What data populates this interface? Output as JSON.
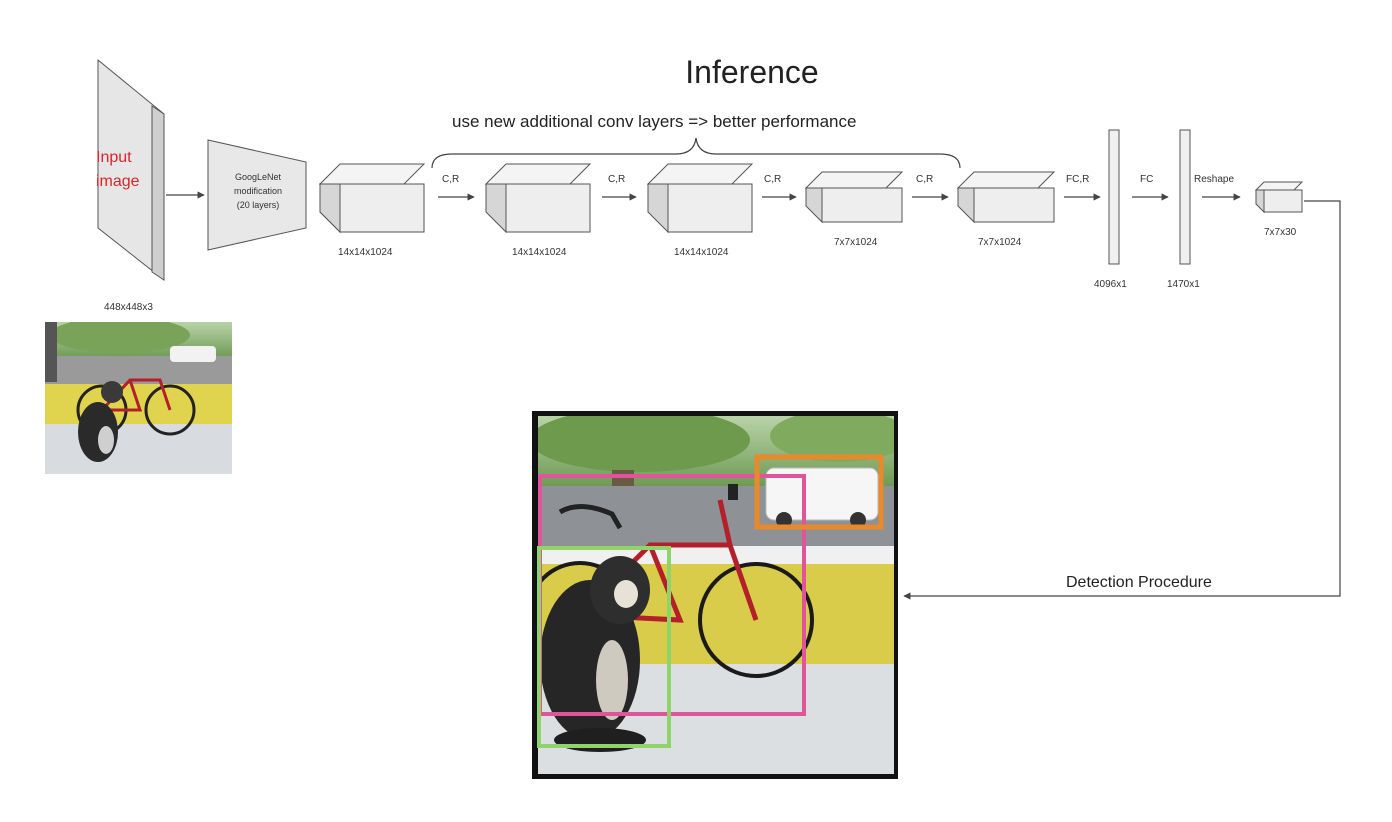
{
  "title": "Inference",
  "subtitle": "use new additional conv layers => better performance",
  "input": {
    "label_line1": "Input",
    "label_line2": "image",
    "dims": "448x448x3"
  },
  "googlenet": {
    "line1": "GoogLeNet",
    "line2": "modification",
    "line3": "(20 layers)"
  },
  "blocks": [
    {
      "dims": "14x14x1024"
    },
    {
      "dims": "14x14x1024",
      "op_before": "C,R"
    },
    {
      "dims": "14x14x1024",
      "op_before": "C,R"
    },
    {
      "dims": "7x7x1024",
      "op_before": "C,R"
    },
    {
      "dims": "7x7x1024",
      "op_before": "C,R"
    }
  ],
  "fc1": {
    "op_before": "FC,R",
    "dims": "4096x1"
  },
  "fc2": {
    "op_before": "FC",
    "dims": "1470x1"
  },
  "reshape": {
    "op_before": "Reshape",
    "dims": "7x7x30"
  },
  "detection_label": "Detection Procedure",
  "colors": {
    "accent_red": "#d9252b",
    "box_pink": "#e0559a",
    "box_orange": "#e8892c",
    "box_green": "#8fd36b",
    "line": "#444444"
  },
  "icons": [
    "dog-bicycle-photo-thumbnail",
    "dog-bicycle-detection-photo"
  ]
}
